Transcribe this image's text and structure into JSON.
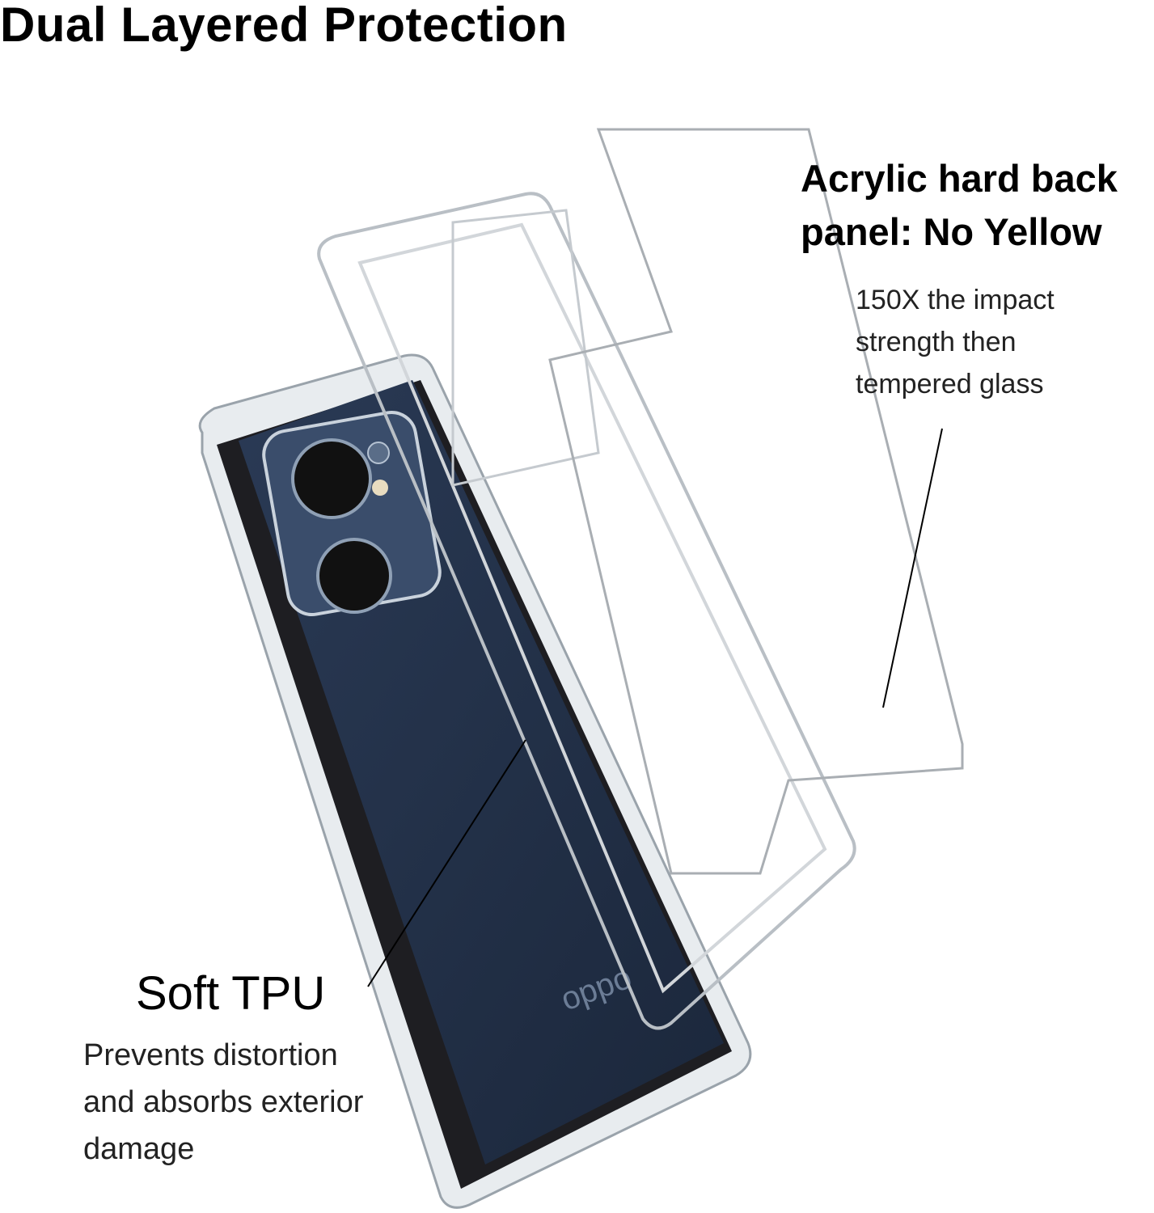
{
  "title": "Dual Layered Protection",
  "acrylic": {
    "heading_line1": "Acrylic hard back",
    "heading_line2": "panel: No Yellow",
    "desc_line1": "150X the impact",
    "desc_line2": "strength then",
    "desc_line3": "tempered glass"
  },
  "tpu": {
    "heading": "Soft TPU",
    "desc_line1": "Prevents distortion",
    "desc_line2": "and absorbs exterior",
    "desc_line3": "damage"
  },
  "phone": {
    "brand_mark": "oppo",
    "body_color": "#1f2d44"
  }
}
